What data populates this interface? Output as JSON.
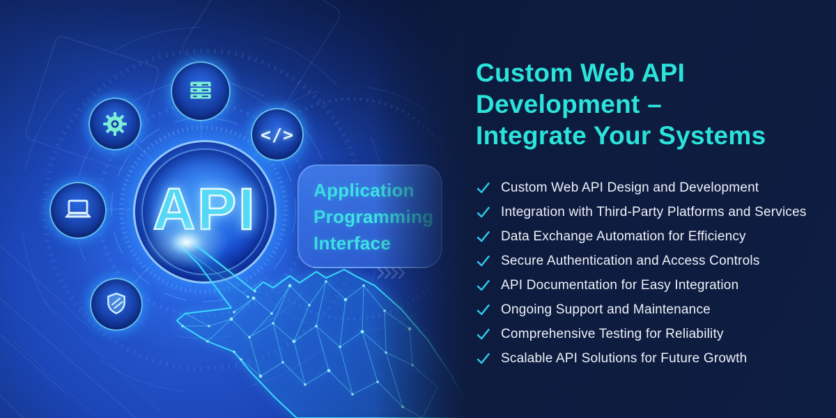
{
  "hero": {
    "heading_lines": [
      "Custom Web API",
      "Development –",
      "Integrate Your Systems"
    ],
    "features": [
      "Custom Web API Design and Development",
      "Integration with Third-Party Platforms and Services",
      "Data Exchange Automation for Efficiency",
      "Secure Authentication and Access Controls",
      "API Documentation for Easy Integration",
      "Ongoing Support and Maintenance",
      "Comprehensive Testing for Reliability",
      "Scalable API Solutions for Future Growth"
    ]
  },
  "illustration": {
    "api_label": "API",
    "caption_lines": [
      "Application",
      "Programming",
      "Interface"
    ],
    "code_glyph": "</>",
    "icons": [
      "server-icon",
      "gear-icon",
      "code-slash-icon",
      "laptop-icon",
      "shield-icon",
      "wireframe-hand",
      "check-icon"
    ]
  },
  "colors": {
    "accent_turquoise": "#2BE3DB",
    "check_cyan": "#2FC8EA",
    "caption_cyan": "#3FE2E6",
    "panel_navy": "#0D1B3E",
    "photo_blue_bright": "#2A5FDC",
    "wireframe_cyan": "#3BD9FF"
  }
}
